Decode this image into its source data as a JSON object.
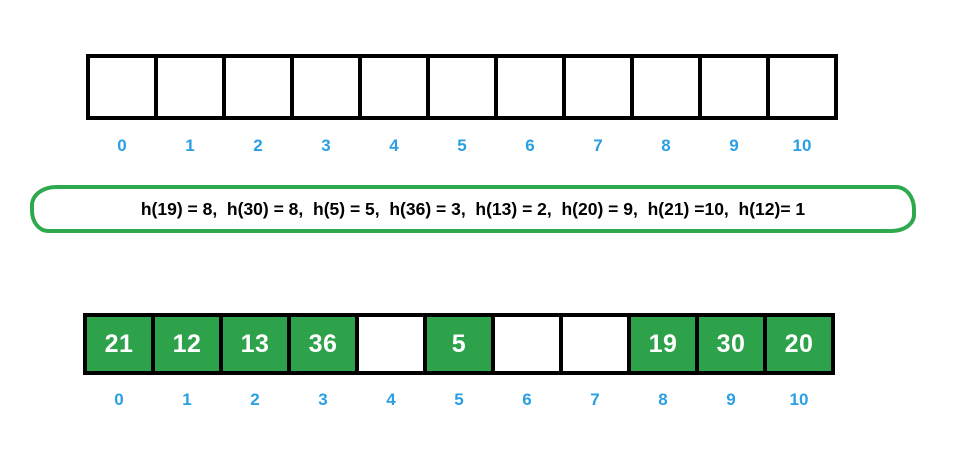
{
  "colors": {
    "index_blue": "#2b9fe3",
    "cell_fill_green": "#2ea24b",
    "hash_box_border_green": "#2fa94e",
    "array_border_black": "#000000",
    "cell_value_text": "#ffffff",
    "hash_text_black": "#000000"
  },
  "top_array": {
    "description": "empty hash table slots",
    "cells": [
      "",
      "",
      "",
      "",
      "",
      "",
      "",
      "",
      "",
      "",
      ""
    ],
    "indices": [
      "0",
      "1",
      "2",
      "3",
      "4",
      "5",
      "6",
      "7",
      "8",
      "9",
      "10"
    ]
  },
  "hash_assignments": {
    "text": "h(19) = 8,  h(30) = 8,  h(5) = 5,  h(36) = 3,  h(13) = 2,  h(20) = 9,  h(21) =10,  h(12)= 1",
    "pairs": [
      {
        "key": 19,
        "slot": 8
      },
      {
        "key": 30,
        "slot": 8
      },
      {
        "key": 5,
        "slot": 5
      },
      {
        "key": 36,
        "slot": 3
      },
      {
        "key": 13,
        "slot": 2
      },
      {
        "key": 20,
        "slot": 9
      },
      {
        "key": 21,
        "slot": 10
      },
      {
        "key": 12,
        "slot": 1
      }
    ]
  },
  "bottom_array": {
    "description": "hash table after insertions",
    "values": [
      "21",
      "12",
      "13",
      "36",
      "",
      "5",
      "",
      "",
      "19",
      "30",
      "20"
    ],
    "indices": [
      "0",
      "1",
      "2",
      "3",
      "4",
      "5",
      "6",
      "7",
      "8",
      "9",
      "10"
    ]
  }
}
